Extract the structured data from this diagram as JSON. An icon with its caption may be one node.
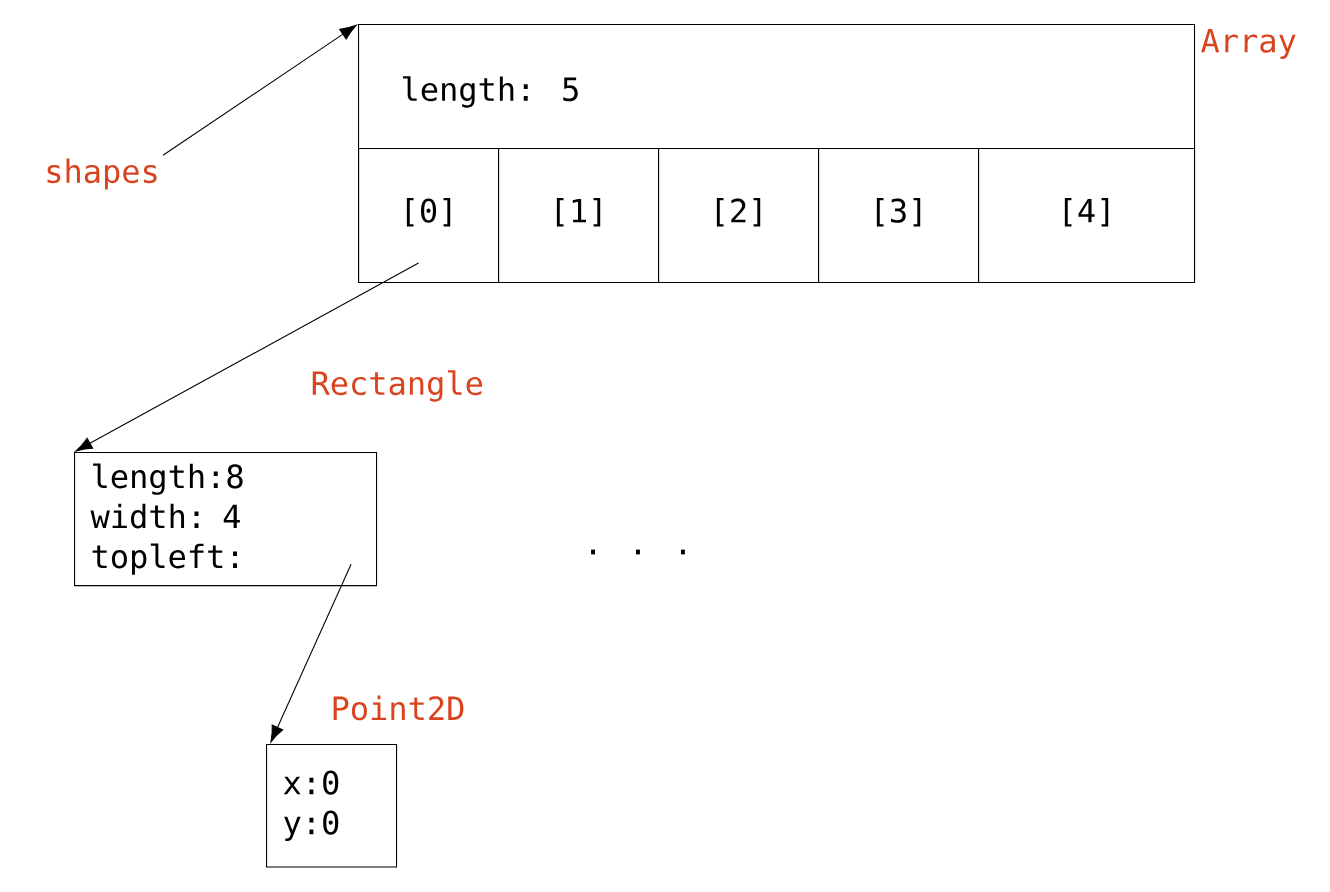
{
  "diagram": {
    "nodes": [
      {
        "text": [
          "length: 5"
        ],
        "beside": [
          "Array"
        ]
      },
      {
        "text": [
          "shapes"
        ]
      },
      {
        "text": [
          "[0]"
        ],
        "in": 0
      },
      {
        "text": [
          "[1]"
        ],
        "in": 0
      },
      {
        "text": [
          "[2]"
        ],
        "in": 0
      },
      {
        "text": [
          "[3]"
        ],
        "in": 0
      },
      {
        "text": [
          "[4]"
        ],
        "in": 0
      },
      {
        "text": [
          "length:8",
          "width: 4",
          "topleft:"
        ],
        "beside": [
          "Rectangle"
        ]
      },
      {
        "text": [
          "x:0",
          "y:0"
        ],
        "beside": [
          "Point2D"
        ]
      }
    ],
    "edges": [
      {
        "from": 1,
        "to": 0,
        "arrow": "to"
      },
      {
        "from": 2,
        "to": 7,
        "arrow": "to"
      },
      {
        "from": 7,
        "to": 8,
        "arrow": "to"
      }
    ],
    "labels": [
      ". . ."
    ]
  }
}
